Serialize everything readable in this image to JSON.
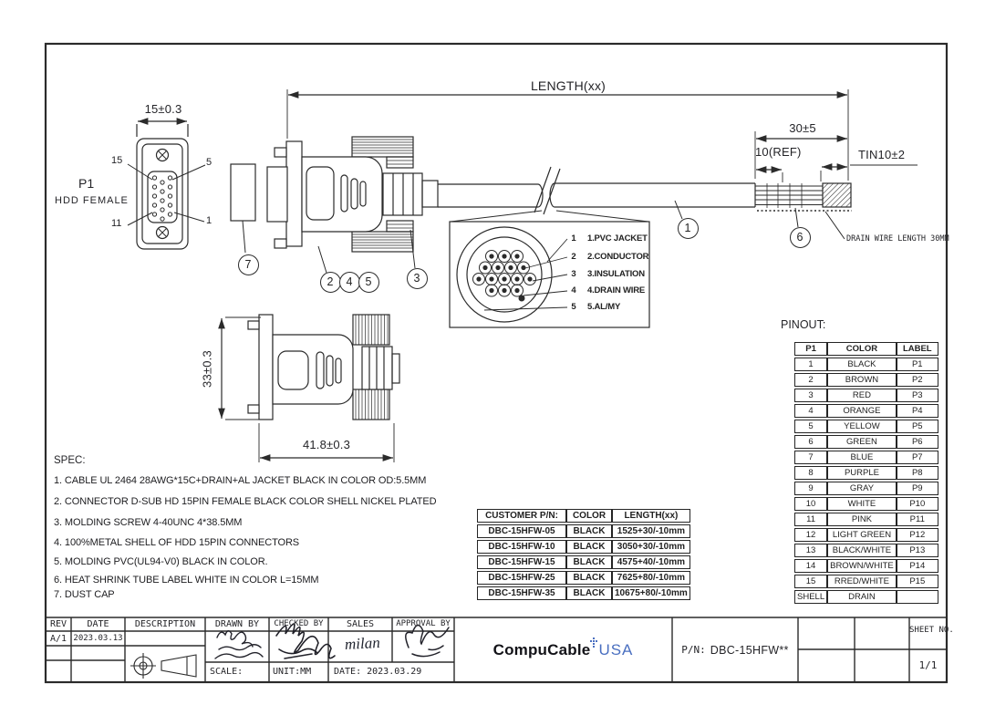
{
  "front_view": {
    "title": "P1",
    "subtitle": "HDD FEMALE",
    "dim_width": "15±0.3",
    "pin_tl": "15",
    "pin_tr": "5",
    "pin_bl": "11",
    "pin_br": "1"
  },
  "side_view": {
    "dim_length": "LENGTH(xx)",
    "dim_strip": "30±5",
    "dim_ref": "10(REF)",
    "dim_tin": "TIN10±2",
    "drain_note": "DRAIN WIRE LENGTH 30MM"
  },
  "balloons": {
    "b1": "1",
    "b2": "2",
    "b3": "3",
    "b4": "4",
    "b5": "5",
    "b6": "6",
    "b7": "7"
  },
  "cross_section": {
    "callouts": [
      {
        "num": "1",
        "label": "1.PVC JACKET"
      },
      {
        "num": "2",
        "label": "2.CONDUCTOR"
      },
      {
        "num": "3",
        "label": "3.INSULATION"
      },
      {
        "num": "4",
        "label": "4.DRAIN WIRE"
      },
      {
        "num": "5",
        "label": "5.AL/MY"
      }
    ]
  },
  "bottom_view": {
    "dim_height": "33±0.3",
    "dim_width": "41.8±0.3"
  },
  "spec": {
    "title": "SPEC:",
    "items": [
      "1. CABLE UL 2464 28AWG*15C+DRAIN+AL JACKET BLACK IN COLOR OD:5.5MM",
      "2. CONNECTOR D-SUB HD 15PIN FEMALE BLACK COLOR SHELL NICKEL PLATED",
      "3. MOLDING SCREW 4-40UNC 4*38.5MM",
      "4. 100%METAL SHELL OF HDD 15PIN CONNECTORS",
      "5. MOLDING PVC(UL94-V0) BLACK IN COLOR.",
      "6. HEAT SHRINK TUBE LABEL WHITE IN COLOR L=15MM",
      "7. DUST CAP"
    ]
  },
  "customer_table": {
    "headers": [
      "CUSTOMER P/N:",
      "COLOR",
      "LENGTH(xx)"
    ],
    "rows": [
      [
        "DBC-15HFW-05",
        "BLACK",
        "1525+30/-10mm"
      ],
      [
        "DBC-15HFW-10",
        "BLACK",
        "3050+30/-10mm"
      ],
      [
        "DBC-15HFW-15",
        "BLACK",
        "4575+40/-10mm"
      ],
      [
        "DBC-15HFW-25",
        "BLACK",
        "7625+80/-10mm"
      ],
      [
        "DBC-15HFW-35",
        "BLACK",
        "10675+80/-10mm"
      ]
    ]
  },
  "pinout": {
    "title": "PINOUT:",
    "headers": [
      "P1",
      "COLOR",
      "LABEL"
    ],
    "rows": [
      [
        "1",
        "BLACK",
        "P1"
      ],
      [
        "2",
        "BROWN",
        "P2"
      ],
      [
        "3",
        "RED",
        "P3"
      ],
      [
        "4",
        "ORANGE",
        "P4"
      ],
      [
        "5",
        "YELLOW",
        "P5"
      ],
      [
        "6",
        "GREEN",
        "P6"
      ],
      [
        "7",
        "BLUE",
        "P7"
      ],
      [
        "8",
        "PURPLE",
        "P8"
      ],
      [
        "9",
        "GRAY",
        "P9"
      ],
      [
        "10",
        "WHITE",
        "P10"
      ],
      [
        "11",
        "PINK",
        "P11"
      ],
      [
        "12",
        "LIGHT GREEN",
        "P12"
      ],
      [
        "13",
        "BLACK/WHITE",
        "P13"
      ],
      [
        "14",
        "BROWN/WHITE",
        "P14"
      ],
      [
        "15",
        "RRED/WHITE",
        "P15"
      ],
      [
        "SHELL",
        "DRAIN",
        ""
      ]
    ]
  },
  "title_block": {
    "headers": {
      "rev": "REV",
      "date": "DATE",
      "description": "DESCRIPTION",
      "drawn_by": "DRAWN BY",
      "checked_by": "CHECKED BY",
      "sales": "SALES",
      "approval_by": "APPROVAL BY"
    },
    "rev_value": "A/1",
    "date_value": "2023.03.13",
    "scale_label": "SCALE:",
    "unit_label": "UNIT:MM",
    "date_label": "DATE: 2023.03.29",
    "sales_signature": "milan",
    "pn_prefix": "P/N:",
    "pn_value": "DBC-15HFW**",
    "sheet_no_label": "SHEET NO.",
    "sheet_value": "1/1",
    "logo_part1": "CompuCable",
    "logo_part2": "USA"
  }
}
